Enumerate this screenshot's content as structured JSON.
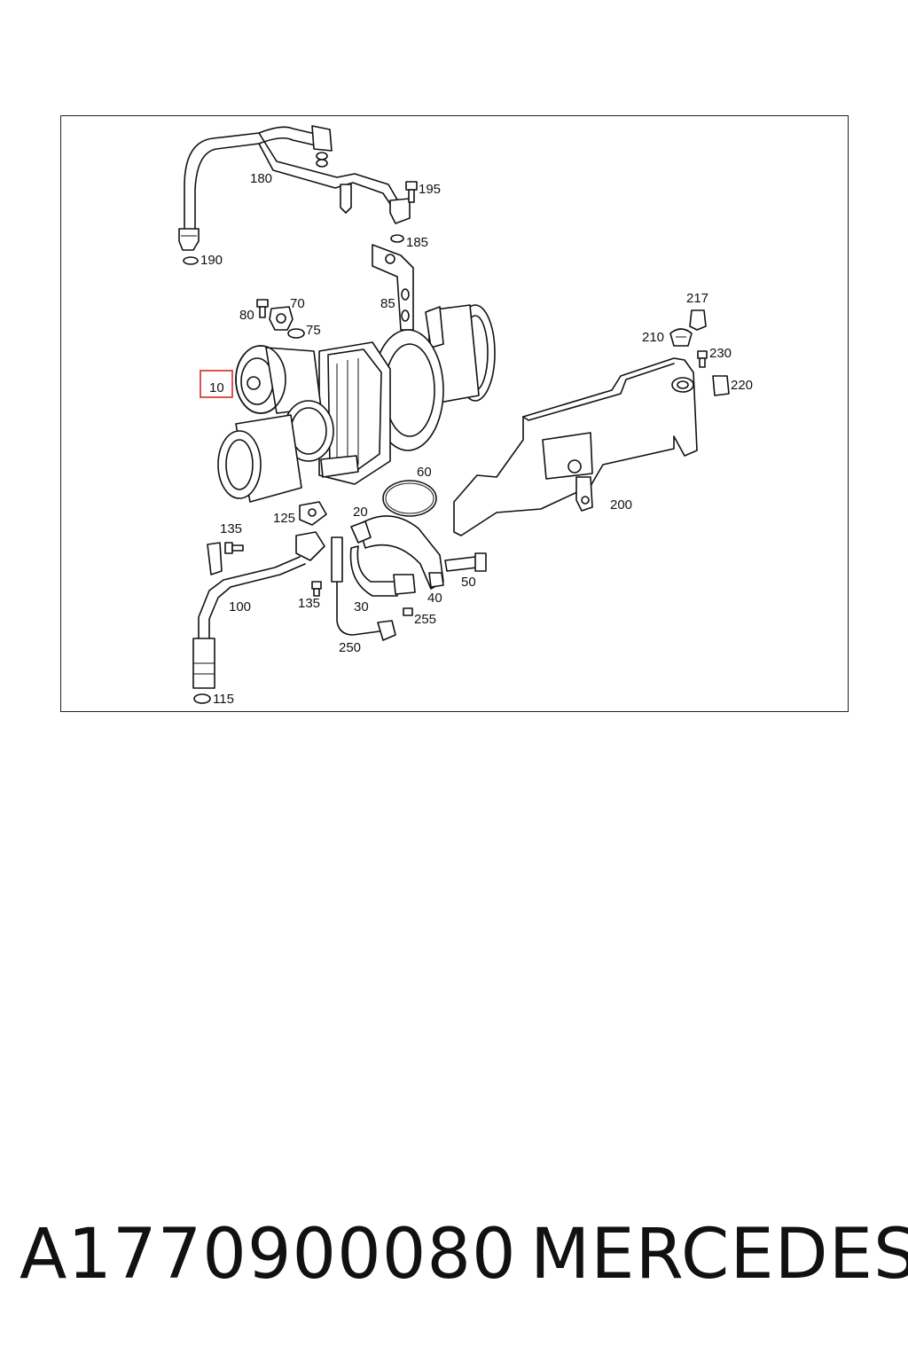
{
  "diagram": {
    "callouts": {
      "c10": "10",
      "c180": "180",
      "c195": "195",
      "c185": "185",
      "c190": "190",
      "c85": "85",
      "c80": "80",
      "c70": "70",
      "c75": "75",
      "c217": "217",
      "c210": "210",
      "c230": "230",
      "c220": "220",
      "c60": "60",
      "c200": "200",
      "c125": "125",
      "c20": "20",
      "c135a": "135",
      "c135b": "135",
      "c50": "50",
      "c100": "100",
      "c30": "30",
      "c40": "40",
      "c255": "255",
      "c250": "250",
      "c115": "115"
    },
    "highlighted_callout": "10",
    "highlight_color": "#d62828"
  },
  "footer": {
    "part_number": "A1770900080",
    "brand": "MERCEDES"
  }
}
